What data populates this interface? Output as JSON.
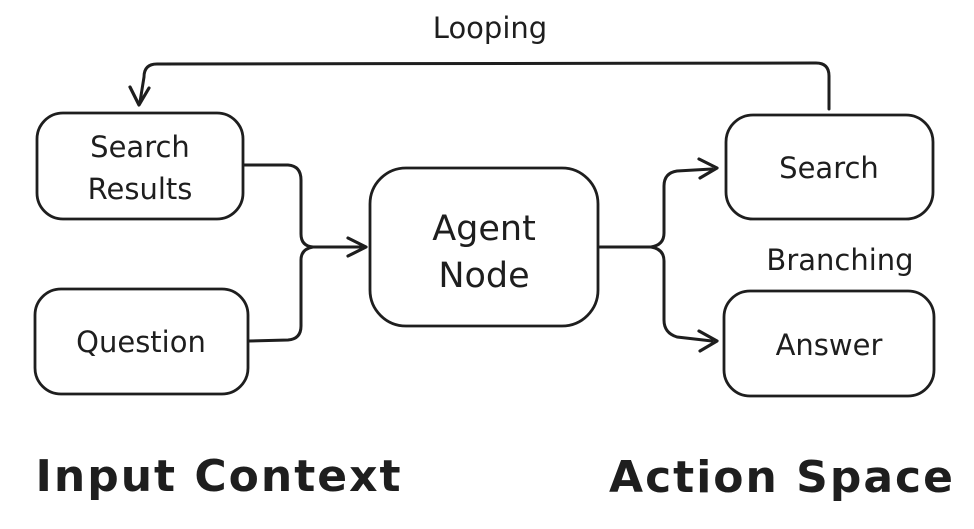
{
  "diagram": {
    "background_color": "#ffffff",
    "stroke_color": "#1e1e1e",
    "nodes": {
      "search_results": {
        "lines": [
          "Search",
          "Results"
        ]
      },
      "question": {
        "label": "Question"
      },
      "agent_node": {
        "lines": [
          "Agent",
          "Node"
        ]
      },
      "search": {
        "label": "Search"
      },
      "answer": {
        "label": "Answer"
      }
    },
    "labels": {
      "looping": "Looping",
      "branching": "Branching",
      "input_context": "Input Context",
      "action_space": "Action Space"
    },
    "edges": [
      {
        "from": "Search Results",
        "to": "Agent Node"
      },
      {
        "from": "Question",
        "to": "Agent Node"
      },
      {
        "from": "Agent Node",
        "to": "Search"
      },
      {
        "from": "Agent Node",
        "to": "Answer"
      },
      {
        "from": "Search",
        "to": "Search Results",
        "label": "Looping"
      }
    ]
  }
}
